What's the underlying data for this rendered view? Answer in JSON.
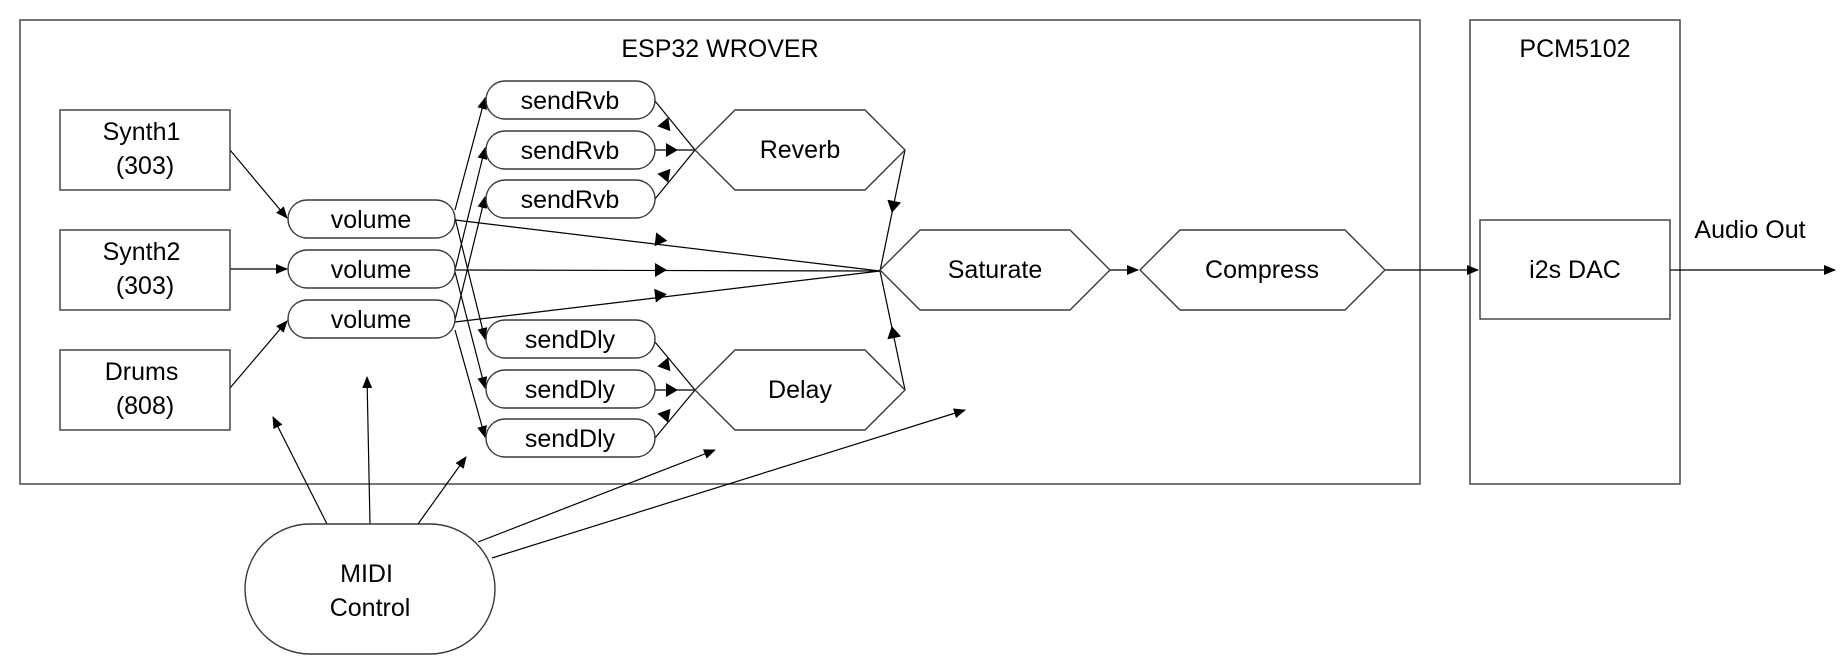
{
  "containers": {
    "esp32": "ESP32 WROVER",
    "pcm": "PCM5102"
  },
  "sources": {
    "synth1": [
      "Synth1",
      "(303)"
    ],
    "synth2": [
      "Synth2",
      "(303)"
    ],
    "drums": [
      "Drums",
      "(808)"
    ]
  },
  "volume_label": "volume",
  "send_reverb_label": "sendRvb",
  "send_delay_label": "sendDly",
  "effects": {
    "reverb": "Reverb",
    "delay": "Delay",
    "saturate": "Saturate",
    "compress": "Compress"
  },
  "dac": "i2s DAC",
  "output": "Audio Out",
  "midi": [
    "MIDI",
    "Control"
  ]
}
